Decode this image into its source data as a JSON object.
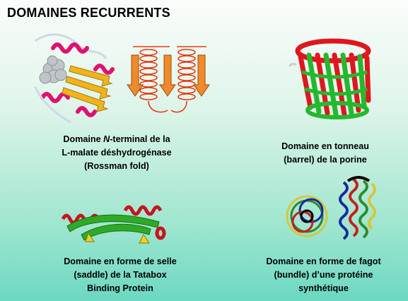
{
  "title": "DOMAINES RECURRENTS",
  "captions": {
    "rossman": {
      "line1_pre": "Domaine ",
      "line1_em": "N",
      "line1_post": "-terminal  de la",
      "line2": "L-malate  déshydrogénase",
      "line3": "(Rossman  fold)"
    },
    "barrel": {
      "line1": "Domaine  en tonneau",
      "line2": "(barrel) de la  porine"
    },
    "saddle": {
      "line1": "Domaine  en forme de selle",
      "line2": "(saddle)  de la  Tatabox",
      "line3": "Binding Protein"
    },
    "bundle": {
      "line1": "Domaine  en forme  de fagot",
      "line2": "(bundle)  d’une protéine",
      "line3": "synthétique"
    }
  },
  "colors": {
    "helix": "#e0126f",
    "strand": "#f0b41c",
    "schematic_helix": "#e63a10",
    "schematic_arrow": "#f08a2a",
    "barrel_red": "#e0161e",
    "barrel_green": "#25b82e"
  }
}
